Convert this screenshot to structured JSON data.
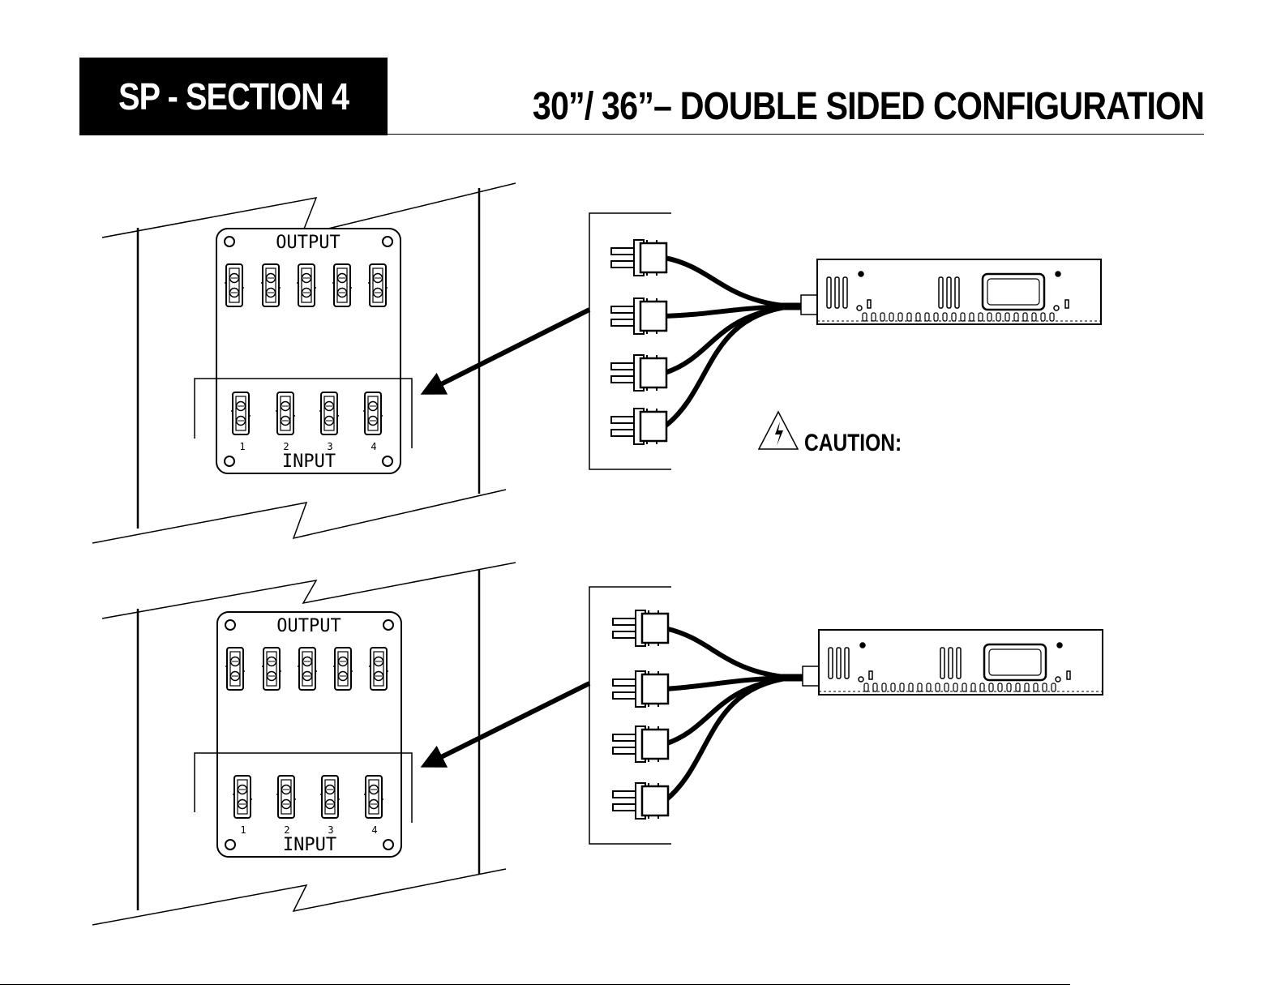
{
  "header": {
    "section_label": "SP - SECTION 4",
    "title": "30”/ 36”– DOUBLE SIDED CONFIGURATION"
  },
  "panels": [
    {
      "output_label": "OUTPUT",
      "input_label": "INPUT",
      "input_numbers": [
        "1",
        "2",
        "3",
        "4"
      ]
    },
    {
      "output_label": "OUTPUT",
      "input_label": "INPUT",
      "input_numbers": [
        "1",
        "2",
        "3",
        "4"
      ]
    }
  ],
  "caution": {
    "label": "CAUTION:",
    "icon": "electrical-hazard-icon"
  },
  "colors": {
    "ink": "#000000",
    "background": "#ffffff"
  }
}
